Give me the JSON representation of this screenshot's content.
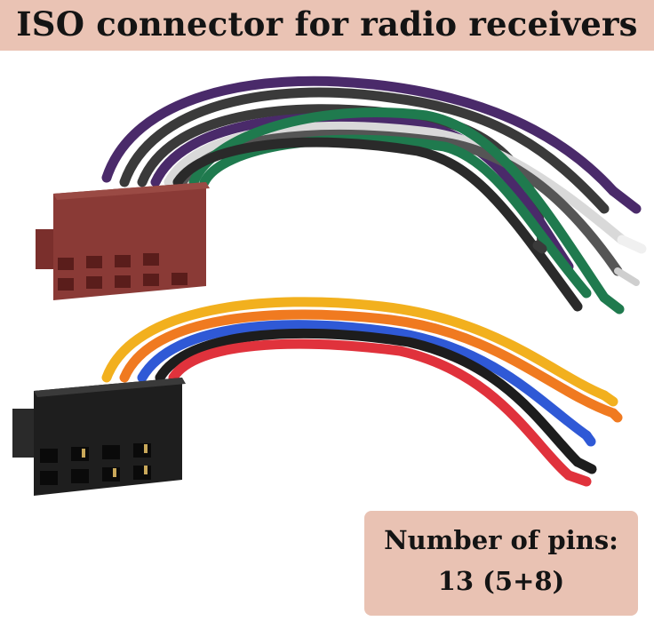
{
  "title": "ISO connector for radio receivers",
  "info_box": {
    "line1": "Number of pins:",
    "line2": "13 (5+8)"
  },
  "connectors": [
    {
      "name": "brown-connector",
      "color": "#8a3a36",
      "wire_colors": [
        "#4a2a6a",
        "#3a3a3a",
        "#1f7a4e",
        "#ffffff",
        "#555555"
      ]
    },
    {
      "name": "black-connector",
      "color": "#1e1e1e",
      "wire_colors": [
        "#f2b01e",
        "#f07a20",
        "#e0323c",
        "#1d1d1d",
        "#2f59d6"
      ]
    }
  ],
  "colors": {
    "title_band": "#eac3b4",
    "info_box": "#e9c2b3",
    "text": "#141414"
  }
}
